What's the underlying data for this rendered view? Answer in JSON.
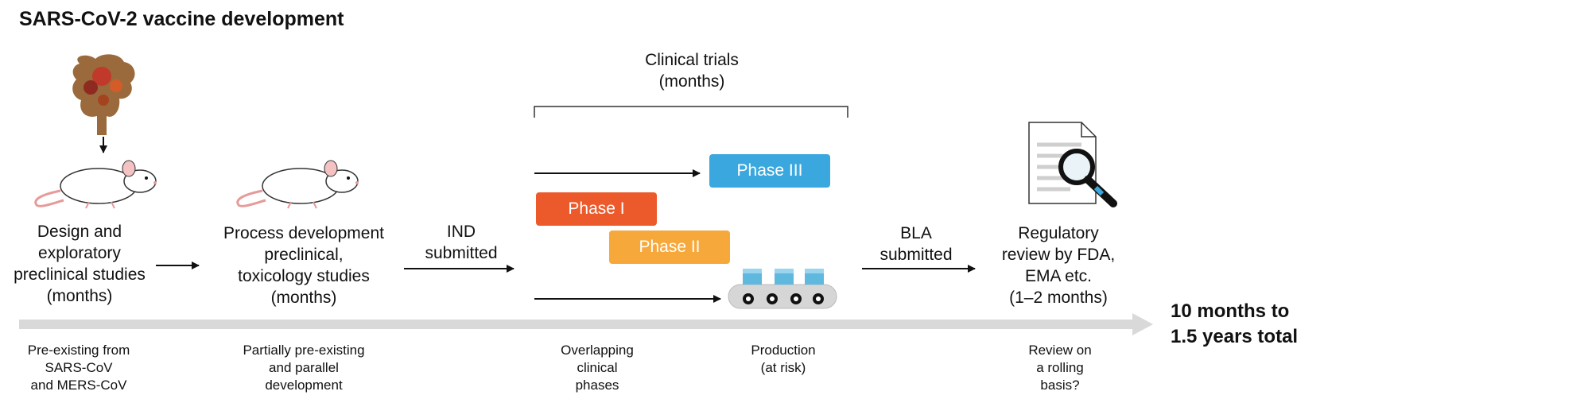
{
  "title": "SARS-CoV-2 vaccine development",
  "clinical_trials": {
    "line1": "Clinical trials",
    "line2": "(months)"
  },
  "stages": {
    "design": [
      "Design and",
      "exploratory",
      "preclinical studies",
      "(months)"
    ],
    "process": [
      "Process development",
      "preclinical,",
      "toxicology studies",
      "(months)"
    ],
    "ind": [
      "IND",
      "submitted"
    ],
    "bla": [
      "BLA",
      "submitted"
    ],
    "regulatory": [
      "Regulatory",
      "review by FDA,",
      "EMA etc.",
      "(1–2 months)"
    ]
  },
  "phases": {
    "phase1": {
      "label": "Phase I",
      "color": "#ec5a2b"
    },
    "phase2": {
      "label": "Phase II",
      "color": "#f7a83a"
    },
    "phase3": {
      "label": "Phase III",
      "color": "#3aa8de"
    }
  },
  "notes": {
    "pre_existing": [
      "Pre-existing from",
      "SARS-CoV",
      "and MERS-CoV"
    ],
    "partially": [
      "Partially pre-existing",
      "and parallel",
      "development"
    ],
    "overlapping": [
      "Overlapping",
      "clinical",
      "phases"
    ],
    "production": [
      "Production",
      "(at risk)"
    ],
    "review": [
      "Review on",
      "a rolling",
      "basis?"
    ]
  },
  "total": [
    "10 months to",
    "1.5 years total"
  ],
  "icons": [
    "spike-protein-icon",
    "mouse-icon",
    "conveyor-belt-icon",
    "document-magnifier-icon"
  ],
  "colors": {
    "timeline": "#d9d9d9",
    "arrow": "#111111"
  }
}
